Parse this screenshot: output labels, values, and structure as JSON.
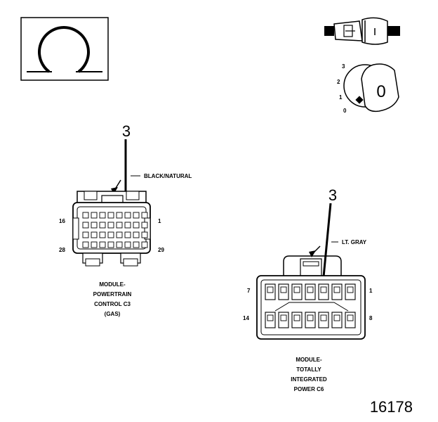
{
  "symbols": {
    "omega_symbol": "Ω",
    "key_letter": "0",
    "key_positions": [
      "3",
      "2",
      "1",
      "0"
    ]
  },
  "connector_pcm": {
    "callout_number": "3",
    "color_label": "BLACK/NATURAL",
    "pin_labels": {
      "top_left": "16",
      "top_right": "1",
      "bottom_left": "28",
      "bottom_right": "29"
    },
    "caption_lines": [
      "MODULE-",
      "POWERTRAIN",
      "CONTROL C3",
      "(GAS)"
    ]
  },
  "connector_tipm": {
    "callout_number": "3",
    "color_label": "LT. GRAY",
    "pin_labels": {
      "top_left": "7",
      "top_right": "1",
      "bottom_left": "14",
      "bottom_right": "8"
    },
    "caption_lines": [
      "MODULE-",
      "TOTALLY",
      "INTEGRATED",
      "POWER C6"
    ]
  },
  "figure_number": "16178"
}
